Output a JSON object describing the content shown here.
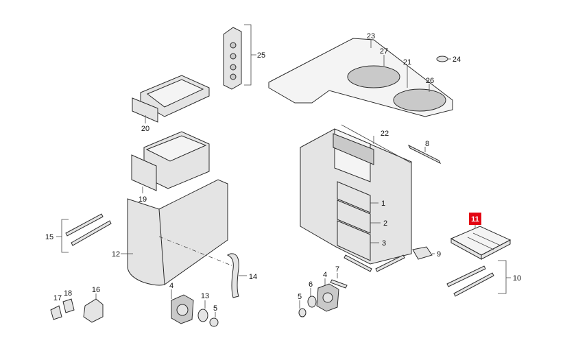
{
  "diagram": {
    "highlight_color": "#e30613",
    "callouts": {
      "c25": "25",
      "c23": "23",
      "c27": "27",
      "c21": "21",
      "c24": "24",
      "c26": "26",
      "c20": "20",
      "c22": "22",
      "c8": "8",
      "c19": "19",
      "c1": "1",
      "c2": "2",
      "c15": "15",
      "c3": "3",
      "c9": "9",
      "c12": "12",
      "c11": "11",
      "c10": "10",
      "c14": "14",
      "c7": "7",
      "c4a": "4",
      "c4b": "4",
      "c13": "13",
      "c16": "16",
      "c18": "18",
      "c17": "17",
      "c6": "6",
      "c5a": "5",
      "c5b": "5"
    }
  }
}
